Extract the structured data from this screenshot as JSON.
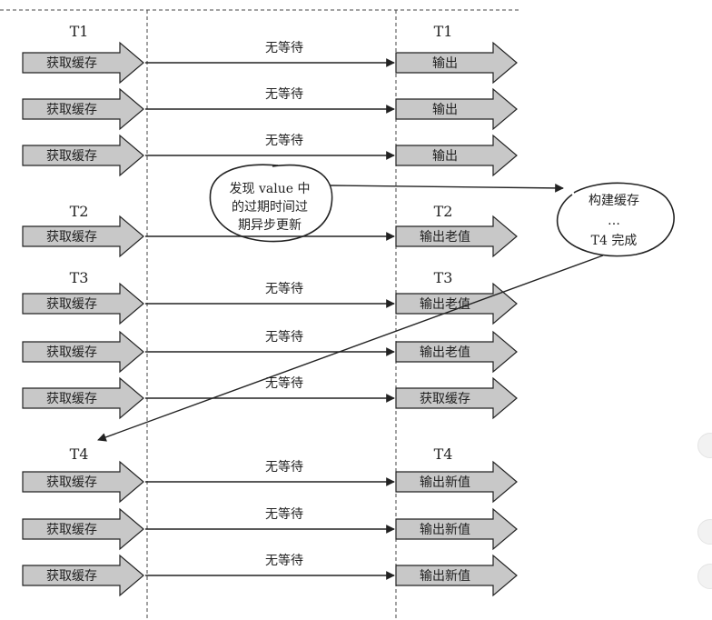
{
  "phases": [
    {
      "left_label": "T1",
      "right_label": "T1",
      "rows": [
        {
          "request": "获取缓存",
          "wait": "无等待",
          "result": "输出"
        },
        {
          "request": "获取缓存",
          "wait": "无等待",
          "result": "输出"
        },
        {
          "request": "获取缓存",
          "wait": "无等待",
          "result": "输出"
        }
      ]
    },
    {
      "left_label": "T2",
      "right_label": "T2",
      "rows": [
        {
          "request": "获取缓存",
          "wait": "",
          "result": "输出老值"
        }
      ]
    },
    {
      "left_label": "T3",
      "right_label": "T3",
      "rows": [
        {
          "request": "获取缓存",
          "wait": "无等待",
          "result": "输出老值"
        },
        {
          "request": "获取缓存",
          "wait": "无等待",
          "result": "输出老值"
        },
        {
          "request": "获取缓存",
          "wait": "无等待",
          "result": "获取缓存"
        }
      ]
    },
    {
      "left_label": "T4",
      "right_label": "T4",
      "rows": [
        {
          "request": "获取缓存",
          "wait": "无等待",
          "result": "输出新值"
        },
        {
          "request": "获取缓存",
          "wait": "无等待",
          "result": "输出新值"
        },
        {
          "request": "获取缓存",
          "wait": "无等待",
          "result": "输出新值"
        }
      ]
    }
  ],
  "notes": {
    "detect": [
      "发现 value 中",
      "的过期时间过",
      "期异步更新"
    ],
    "build": [
      "构建缓存",
      "…",
      "T4 完成"
    ]
  },
  "colors": {
    "arrow_fill": "#c8c8c8",
    "stroke": "#222222"
  }
}
